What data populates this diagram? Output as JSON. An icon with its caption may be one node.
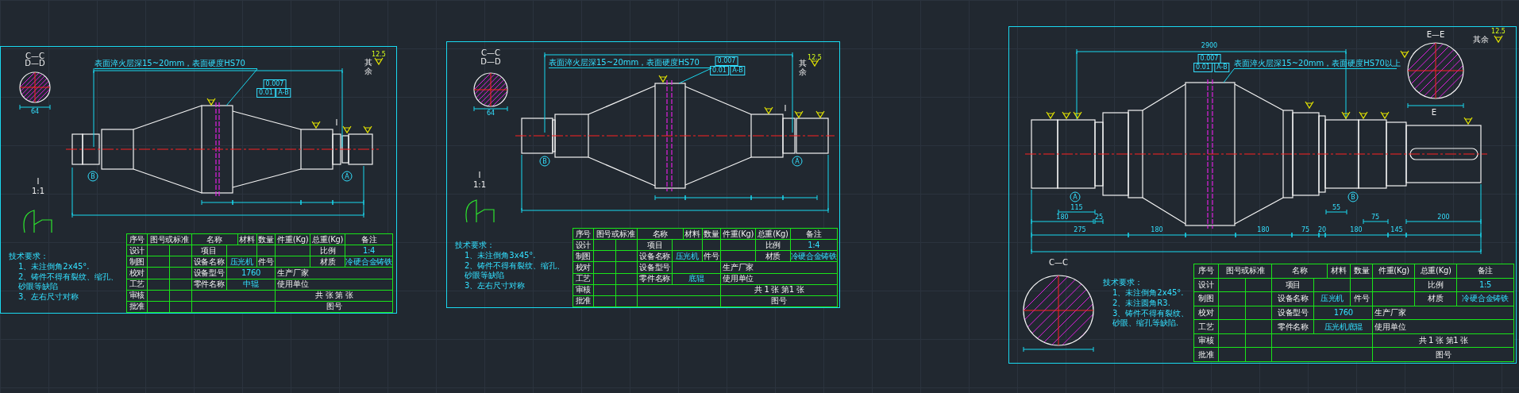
{
  "diagram": {
    "nodes": [
      {
        "text": [],
        "shape": "box"
      },
      {
        "text": [
          "表面淬火层深15~20mm，表面硬度HS70"
        ],
        "in": 0
      },
      {
        "text": [],
        "shape": "box"
      },
      {
        "text": [
          "表面淬火层深15~20mm，表面硬度HS70"
        ],
        "in": 2
      },
      {
        "text": [],
        "shape": "box"
      },
      {
        "text": [
          "表面淬火层深15~20mm，表面硬度HS70以上"
        ],
        "in": 4
      }
    ],
    "edges": [
      {
        "from": 1,
        "to": null,
        "arrow": "none"
      },
      {
        "from": 3,
        "to": null,
        "arrow": "none"
      },
      {
        "from": 5,
        "to": null,
        "arrow": "none"
      }
    ],
    "labels": [
      "C—C",
      "D—D",
      "其余",
      "12.5",
      "0.007",
      "0.01",
      "A-B",
      "64",
      "I",
      "B",
      "A",
      "I",
      "1:1",
      "技术要求：",
      "1、未注倒角2x45°.",
      "2、铸件不得有裂纹、缩孔、砂眼等缺陷",
      "3、左右尺寸对称",
      "序号",
      "图号或标准",
      "名称",
      "材料",
      "数量",
      "件重(Kg)",
      "总重(Kg)",
      "备注",
      "设计",
      "项目",
      "比例",
      "1:4",
      "制图",
      "设备名称",
      "压光机",
      "件号",
      "材质",
      "冷硬合金铸铁",
      "校对",
      "设备型号",
      "1760",
      "生产厂家",
      "工艺",
      "零件名称",
      "中辊",
      "使用单位",
      "审核",
      "共 张 第 张",
      "批准",
      "图号",
      "C—C",
      "D—D",
      "0.007",
      "0.01",
      "A-B",
      "12.5",
      "其余",
      "64",
      "I",
      "B",
      "A",
      "I",
      "1:1",
      "技术要求：",
      "1、未注倒角3x45°.",
      "2、铸件不得有裂纹、缩孔、砂眼等缺陷",
      "3、左右尺寸对称",
      "序号",
      "图号或标准",
      "名称",
      "材料",
      "数量",
      "件重(Kg)",
      "总重(Kg)",
      "备注",
      "设计",
      "项目",
      "比例",
      "1:4",
      "制图",
      "设备名称",
      "压光机",
      "件号",
      "材质",
      "冷硬合金铸铁",
      "校对",
      "设备型号",
      "生产厂家",
      "工艺",
      "零件名称",
      "底辊",
      "使用单位",
      "审核",
      "共 1 张 第1 张",
      "批准",
      "图号",
      "其余",
      "12.5",
      "E—E",
      "2900",
      "0.007",
      "0.01",
      "A-B",
      "E",
      "A",
      "B",
      "115",
      "55",
      "180",
      "25",
      "75",
      "200",
      "275",
      "180",
      "180",
      "75",
      "20",
      "180",
      "145",
      "C—C",
      "技术要求：",
      "1、未注倒角2x45°.",
      "2、未注圆角R3.",
      "3、铸件不得有裂纹、砂眼、缩孔等缺陷.",
      "序号",
      "图号或标准",
      "名称",
      "材料",
      "数量",
      "件重(Kg)",
      "总重(Kg)",
      "备注",
      "设计",
      "项目",
      "比例",
      "1:5",
      "制图",
      "设备名称",
      "压光机",
      "件号",
      "材质",
      "冷硬合金铸铁",
      "校对",
      "设备型号",
      "1760",
      "生产厂家",
      "工艺",
      "零件名称",
      "压光机底辊",
      "使用单位",
      "审核",
      "共 1 张 第1 张",
      "批准",
      "图号"
    ]
  }
}
